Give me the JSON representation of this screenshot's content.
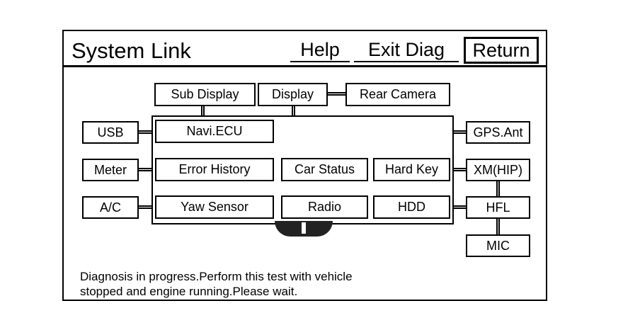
{
  "header": {
    "title": "System Link",
    "help_label": "Help",
    "exit_label": "Exit Diag",
    "return_label": "Return"
  },
  "modules": {
    "sub_display": "Sub Display",
    "display": "Display",
    "rear_camera": "Rear Camera",
    "usb": "USB",
    "meter": "Meter",
    "ac": "A/C",
    "navi_ecu": "Navi.ECU",
    "error_history": "Error History",
    "car_status": "Car Status",
    "hard_key": "Hard Key",
    "yaw_sensor": "Yaw Sensor",
    "radio": "Radio",
    "hdd": "HDD",
    "gps_ant": "GPS.Ant",
    "xm_hip": "XM(HIP)",
    "hfl": "HFL",
    "mic": "MIC"
  },
  "status": {
    "line1": "Diagnosis in progress.Perform this test with vehicle",
    "line2": "stopped and engine running.Please wait."
  }
}
